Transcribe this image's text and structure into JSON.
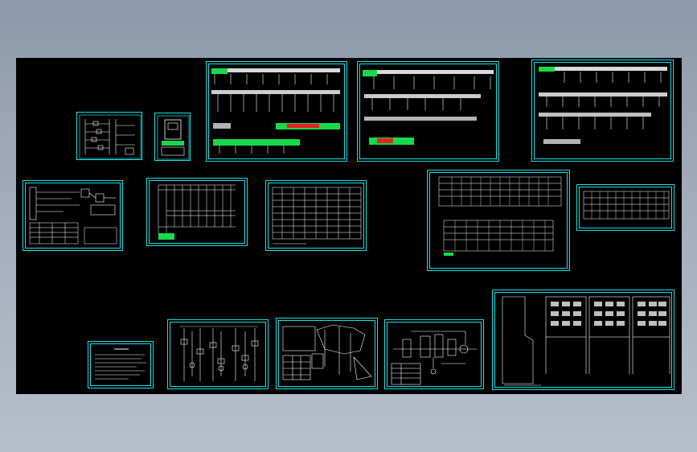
{
  "viewer": {
    "background_top": "#8d99ab",
    "background_bottom": "#b7bfcc",
    "canvas_color": "#000000"
  },
  "colors": {
    "frame": "#17e1e6",
    "linework": "#ffffff",
    "highlight_green": "#19d94a",
    "highlight_red": "#e02424",
    "highlight_yellow": "#ffff00"
  },
  "sheets": [
    {
      "name": "sheet-small-schematic",
      "kind": "schematic"
    },
    {
      "name": "sheet-cabinet-front",
      "kind": "cabinet"
    },
    {
      "name": "sheet-single-line-a",
      "kind": "single-line"
    },
    {
      "name": "sheet-single-line-b",
      "kind": "single-line"
    },
    {
      "name": "sheet-single-line-c",
      "kind": "single-line"
    },
    {
      "name": "sheet-control-wiring",
      "kind": "wiring"
    },
    {
      "name": "sheet-table-grid",
      "kind": "table"
    },
    {
      "name": "sheet-terminal-table",
      "kind": "table"
    },
    {
      "name": "sheet-double-schedule",
      "kind": "schedule"
    },
    {
      "name": "sheet-schedule-right",
      "kind": "schedule"
    },
    {
      "name": "sheet-notes",
      "kind": "notes"
    },
    {
      "name": "sheet-circuit-columns",
      "kind": "circuit"
    },
    {
      "name": "sheet-plant-layout",
      "kind": "layout"
    },
    {
      "name": "sheet-process-diagram",
      "kind": "process"
    },
    {
      "name": "sheet-panel-layout",
      "kind": "panel"
    }
  ]
}
